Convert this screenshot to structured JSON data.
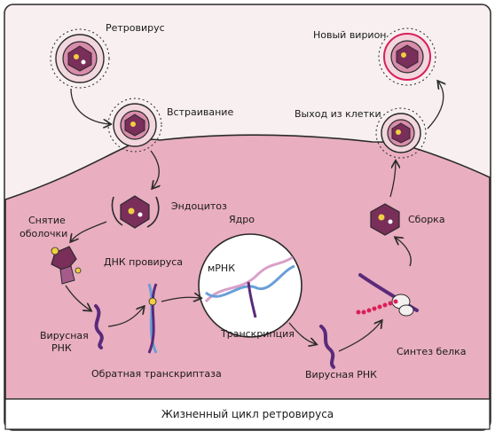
{
  "labels": {
    "retrovirus": "Ретровирус",
    "new_virion": "Новый вирион",
    "integration": "Встраивание",
    "exit_cell": "Выход из клетки",
    "endocytosis": "Эндоцитоз",
    "uncoating_1": "Снятие",
    "uncoating_2": "оболочки",
    "nucleus": "Ядро",
    "assembly": "Сборка",
    "provirus_dna": "ДНК провируса",
    "mrna": "мРНК",
    "viral_rna_left_1": "Вирусная",
    "viral_rna_left_2": "РНК",
    "transcription": "Транскрипция",
    "protein_synthesis": "Синтез белка",
    "reverse_transcriptase": "Обратная транскриптаза",
    "viral_rna_right": "Вирусная РНК"
  },
  "caption": "Жизненный цикл ретровируса",
  "colors": {
    "outline": "#2a2a2a",
    "extracellular": "#f7eff0",
    "cytoplasm": "#e9aec0",
    "cytoplasm_edge": "#e3a0b4",
    "nucleus": "#ffffff",
    "virus_outer": "#f2d7de",
    "virus_inner": "#d98cab",
    "capsid": "#7a2e5a",
    "rna": "#5a2a7a",
    "dna_pink": "#d8a0c8",
    "dna_blue": "#6a9fd8",
    "ribosome": "#f5f0f0",
    "protein": "#d8205a",
    "yellow_dot": "#f0d040",
    "caption_bg": "#ffffff"
  }
}
